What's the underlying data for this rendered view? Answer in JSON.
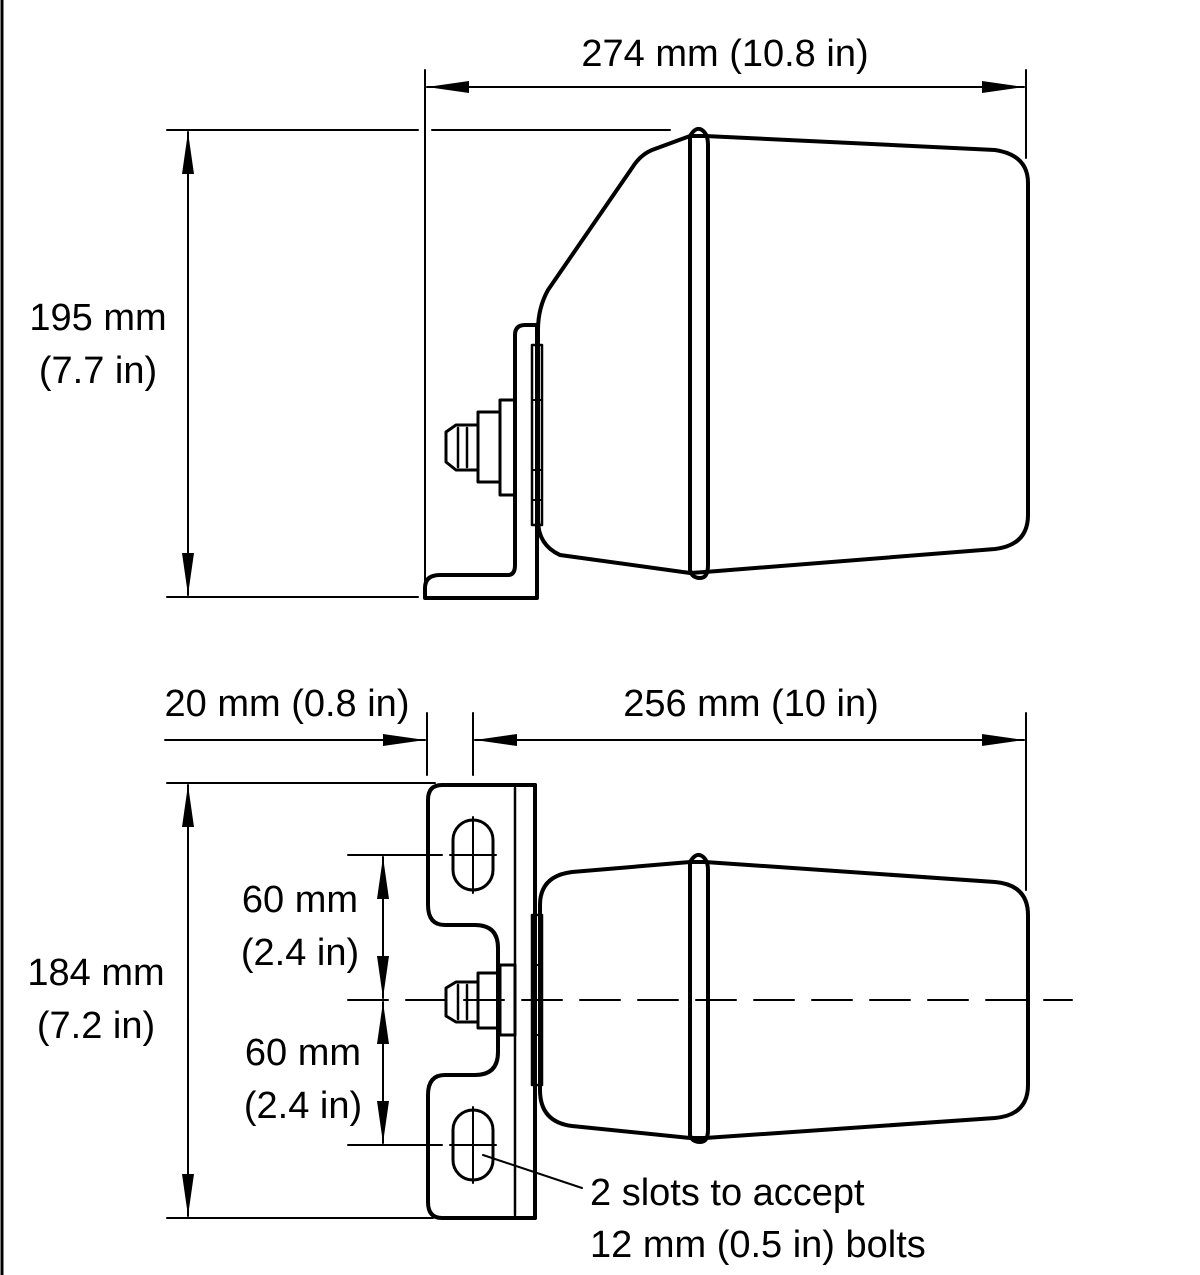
{
  "side_view": {
    "overall_length": "274 mm (10.8 in)",
    "height_mm": "195 mm",
    "height_in": "(7.7 in)"
  },
  "top_view": {
    "offset": "20 mm (0.8 in)",
    "body_length": "256 mm (10 in)",
    "bracket_height_mm": "184 mm",
    "bracket_height_in": "(7.2 in)",
    "upper_spacing_mm": "60 mm",
    "upper_spacing_in": "(2.4 in)",
    "lower_spacing_mm": "60 mm",
    "lower_spacing_in": "(2.4 in)",
    "slot_note_line1": "2 slots to accept",
    "slot_note_line2": "12 mm (0.5 in) bolts"
  }
}
